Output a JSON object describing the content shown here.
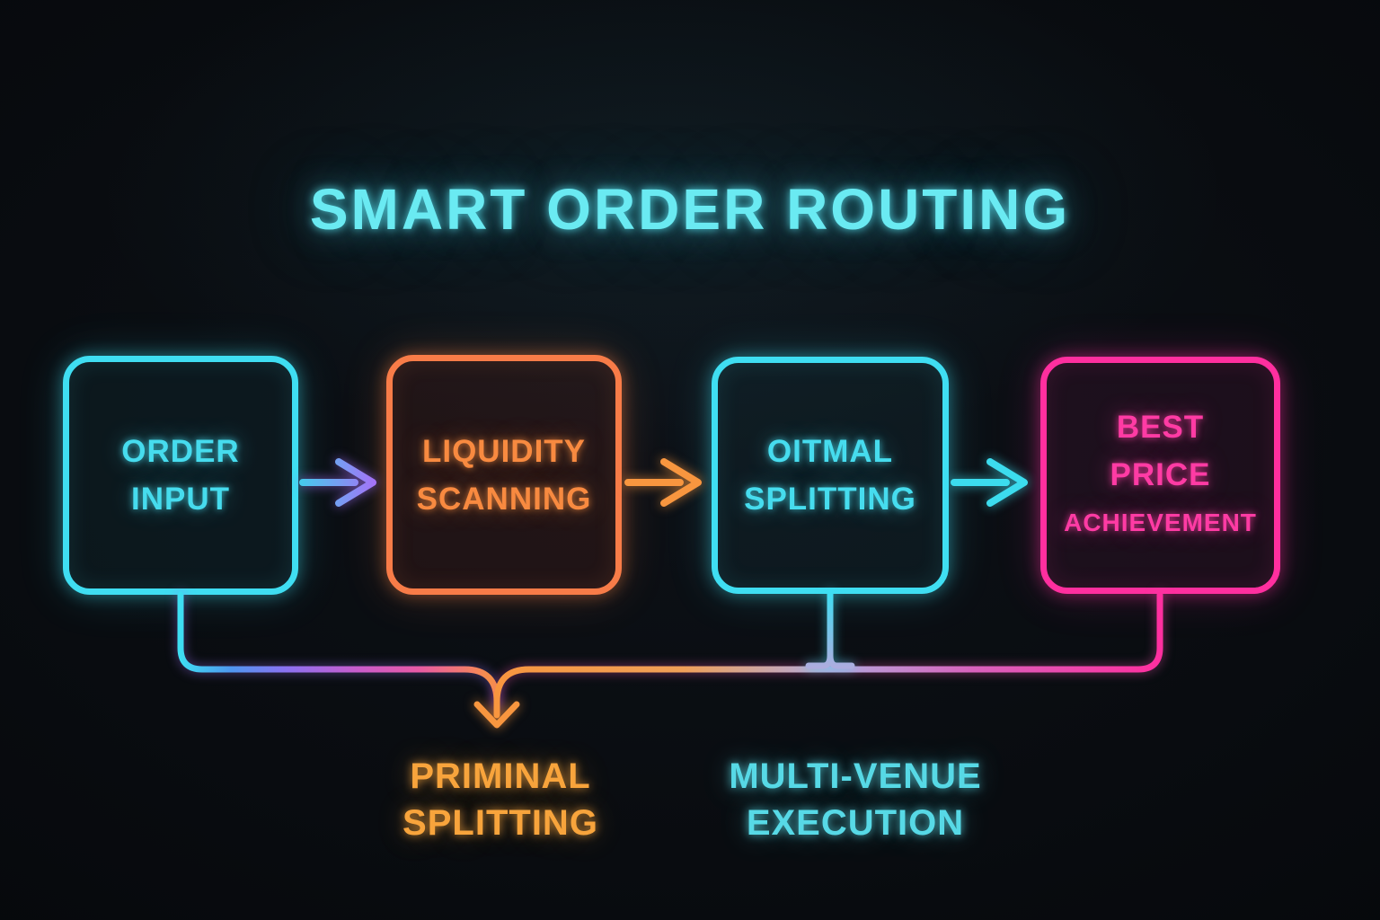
{
  "title": {
    "text": "SMART ORDER ROUTING"
  },
  "palette": {
    "title_cyan": "#6aeaf2",
    "node_cyan": "#3fdef2",
    "node_orange": "#f87c48",
    "node_pink": "#ff2f9f",
    "arrow_purple": "#b266f8",
    "arrow_orange": "#f8963f",
    "arrow_cyan": "#3cdcee",
    "connector_blue": "#4f97f0",
    "connector_lavender": "#b3aade",
    "label_amber": "#f8a43c",
    "label_soft_cyan": "#57d9e6"
  },
  "nodes": [
    {
      "id": "order-input",
      "lines": [
        "ORDER",
        "INPUT"
      ],
      "color": "#3fdef2"
    },
    {
      "id": "liquidity-scanning",
      "lines": [
        "LIQUIDITY",
        "SCANNING"
      ],
      "color": "#f87c48"
    },
    {
      "id": "optimal-splitting",
      "lines": [
        "OITMAL",
        "SPLITTING"
      ],
      "color": "#3fdef2"
    },
    {
      "id": "best-price-achievement",
      "lines": [
        "BEST",
        "PRICE",
        "ACHIEVEMENT"
      ],
      "color": "#ff2f9f"
    }
  ],
  "arrows": [
    {
      "from": "order-input",
      "to": "liquidity-scanning",
      "color_start": "#44ccee",
      "color_end": "#b266f8"
    },
    {
      "from": "liquidity-scanning",
      "to": "optimal-splitting",
      "color_start": "#f8963f",
      "color_end": "#f8963f"
    },
    {
      "from": "optimal-splitting",
      "to": "best-price-achievement",
      "color_start": "#3cdcee",
      "color_end": "#3cdcee"
    }
  ],
  "bottom_labels": [
    {
      "id": "priminal-splitting",
      "lines": [
        "PRIMINAL",
        "SPLITTING"
      ],
      "color": "#f8a43c"
    },
    {
      "id": "multi-venue-execution",
      "lines": [
        "MULTI-VENUE",
        "EXECUTION"
      ],
      "color": "#57d9e6"
    }
  ]
}
